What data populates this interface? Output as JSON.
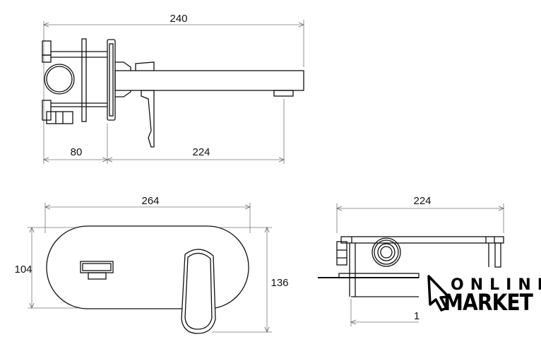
{
  "drawing": {
    "side_view": {
      "overall_length": "240",
      "body_depth": "80",
      "spout_projection": "224"
    },
    "front_view": {
      "plate_width": "264",
      "plate_height": "104",
      "overall_height": "136"
    },
    "top_view": {
      "width": "224",
      "partial_dimension": "1"
    }
  },
  "watermark": {
    "line1": "ONLINE",
    "line2": "MARKET"
  },
  "colors": {
    "line": "#111111",
    "dim_line": "#777777"
  }
}
